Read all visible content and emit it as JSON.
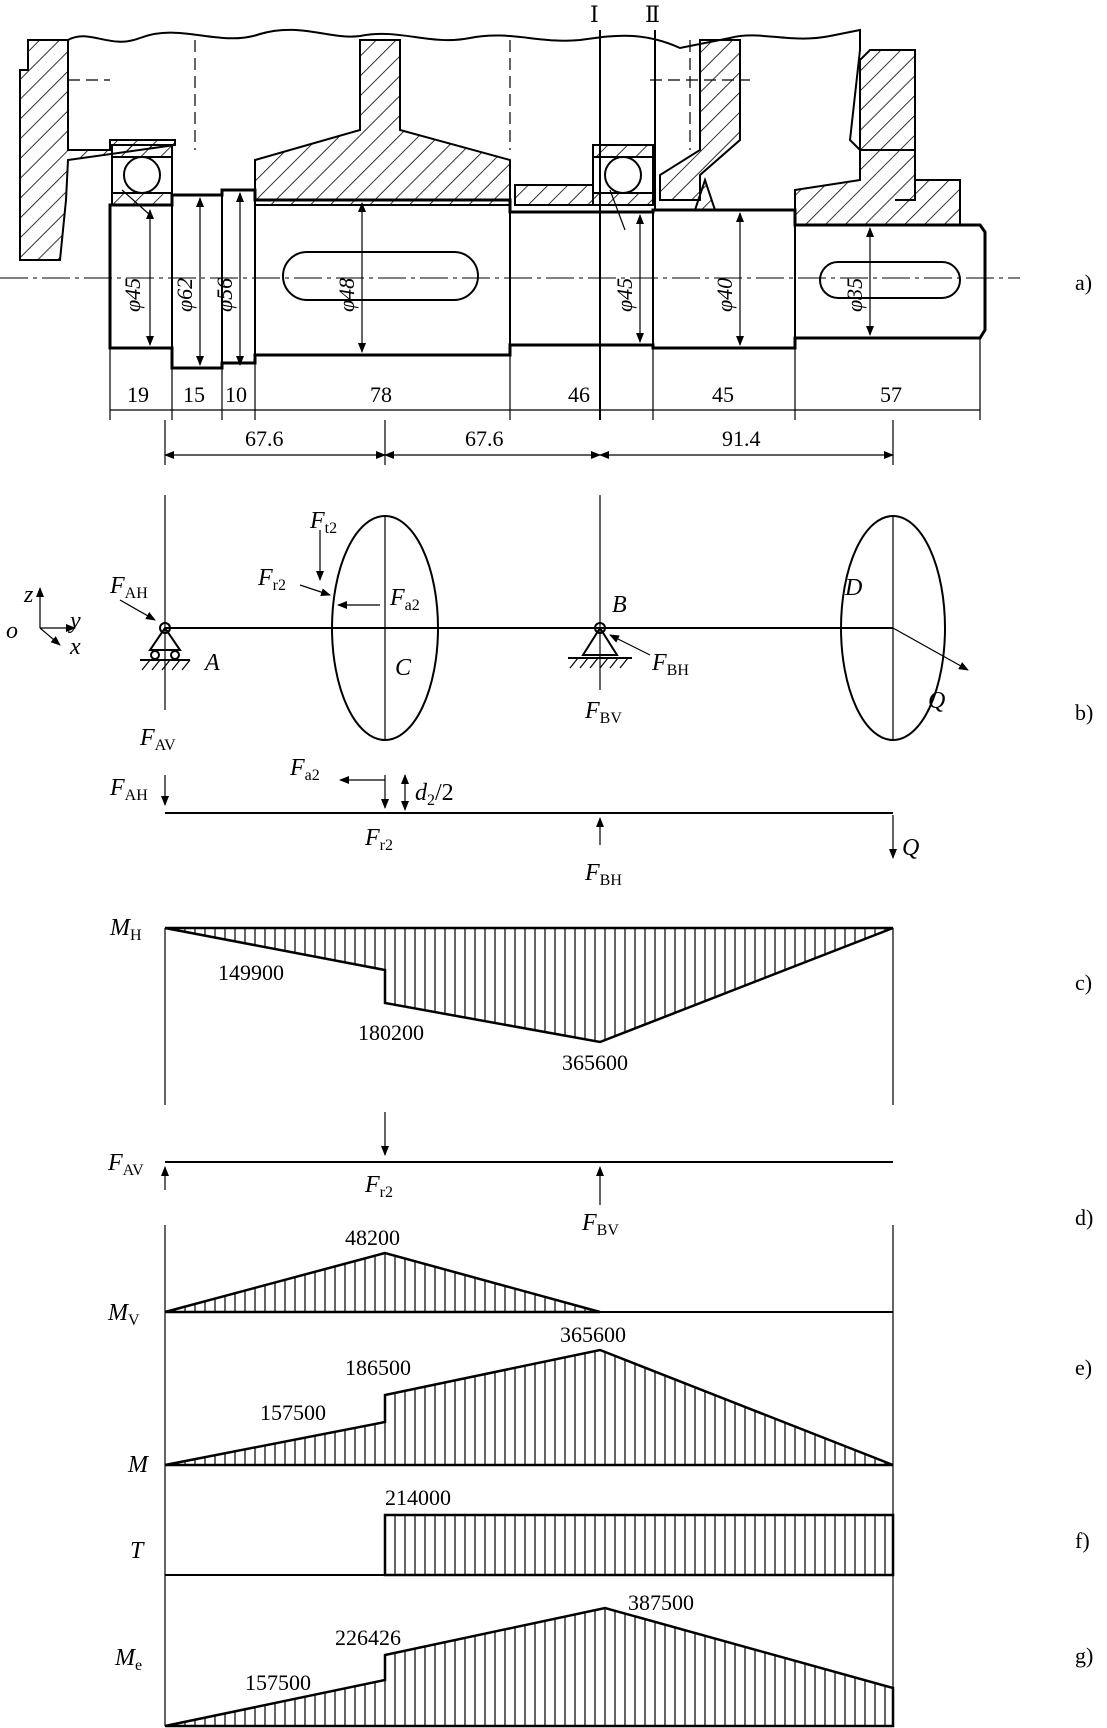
{
  "panels": {
    "a": "a)",
    "b": "b)",
    "c": "c)",
    "d": "d)",
    "e": "e)",
    "f": "f)",
    "g": "g)"
  },
  "sections": {
    "I": "Ⅰ",
    "II": "Ⅱ"
  },
  "diameters": [
    "φ45",
    "φ62",
    "φ56",
    "φ48",
    "φ45",
    "φ40",
    "φ35"
  ],
  "lengths": [
    "19",
    "15",
    "10",
    "78",
    "46",
    "45",
    "57"
  ],
  "spans": [
    "67.6",
    "67.6",
    "91.4"
  ],
  "axes": {
    "z": "z",
    "o": "o",
    "y": "y",
    "x": "x"
  },
  "points": {
    "A": "A",
    "B": "B",
    "C": "C",
    "D": "D"
  },
  "forces": {
    "F": "F",
    "AH": "AH",
    "AV": "AV",
    "BH": "BH",
    "BV": "BV",
    "t2": "t2",
    "r2": "r2",
    "a2": "a2",
    "Q": "Q",
    "d2": "d",
    "d2_sub": "2",
    "d2_tail": "/2"
  },
  "moments": {
    "M": "M",
    "H": "H",
    "V": "V",
    "T": "T",
    "e": "e",
    "MH_values": [
      "149900",
      "180200",
      "365600"
    ],
    "MV_values": [
      "48200"
    ],
    "M_values": [
      "157500",
      "186500",
      "365600"
    ],
    "T_values": [
      "214000"
    ],
    "Me_values": [
      "157500",
      "226426",
      "387500"
    ]
  }
}
